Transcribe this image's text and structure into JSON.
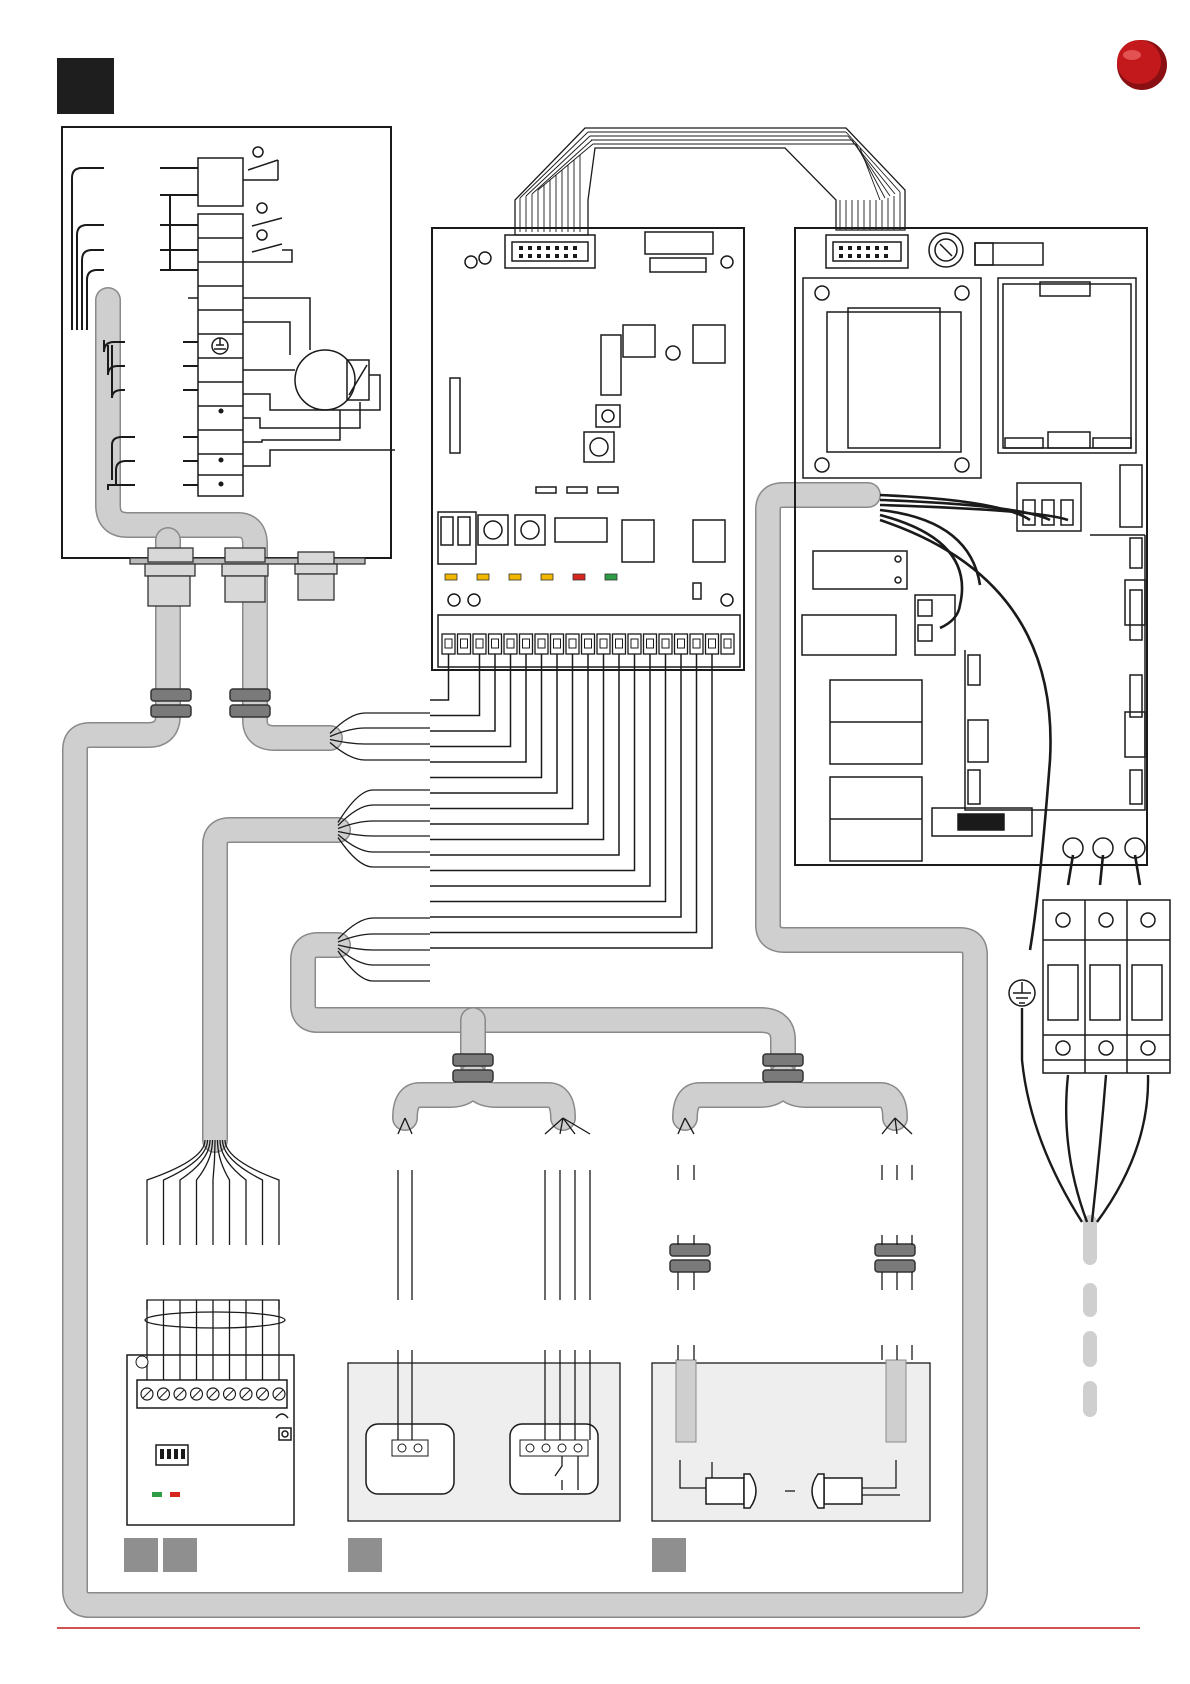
{
  "page": {
    "background": "#ffffff"
  },
  "colors": {
    "line": "#1a1a1a",
    "cable": "#cfcfcf",
    "cable_edge": "#8a8a8a",
    "ferrite": "#7a7a7a",
    "panel": "#eeeeee",
    "accent_dot": "#c3191c",
    "rule": "#c3191c",
    "led_yellow": "#f2b700",
    "led_red": "#d7261e",
    "led_green": "#2e9d45",
    "block": "#1e1e1e",
    "tag": "#8f8f8f"
  },
  "icons": {
    "corner_badge": "square-block",
    "page_marker": "red-dot",
    "ground": "ground-symbol"
  },
  "controller_board": {
    "led_colors": [
      "led_yellow",
      "led_yellow",
      "led_yellow",
      "led_yellow",
      "led_red",
      "led_green"
    ]
  },
  "radio_receiver": {
    "led_colors": [
      "led_green",
      "led_red"
    ]
  }
}
